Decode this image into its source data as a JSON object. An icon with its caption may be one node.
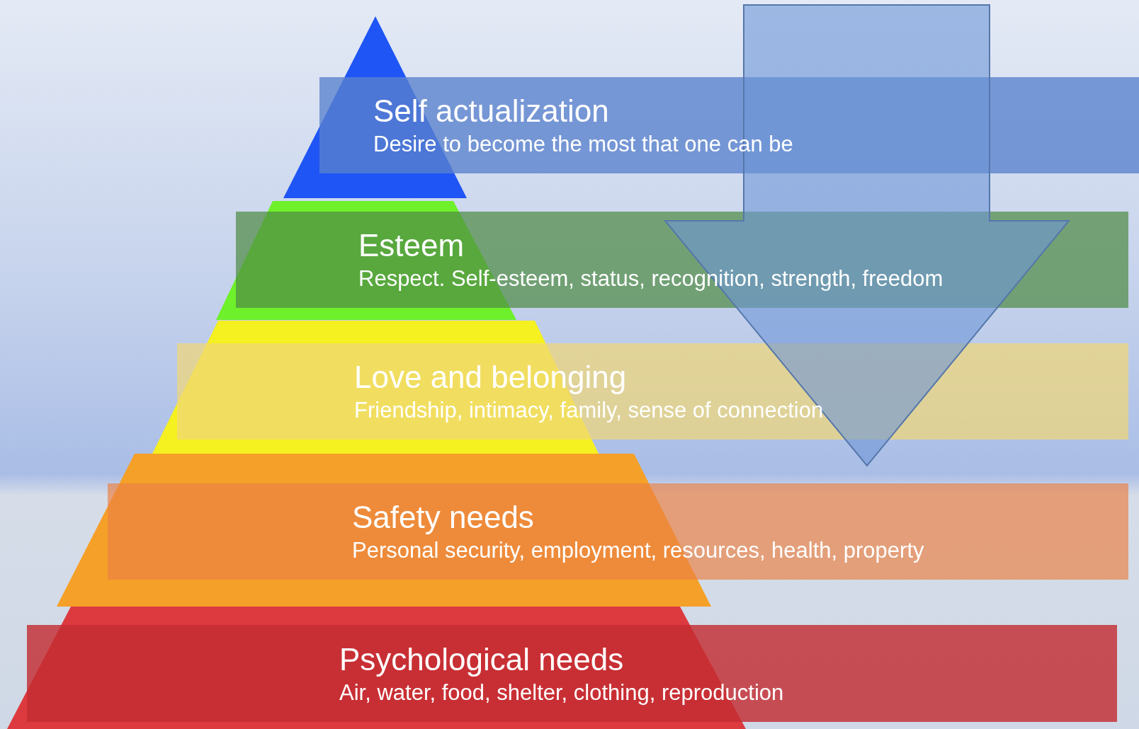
{
  "diagram": {
    "nodes": [
      {
        "text": [
          "Self actualization",
          "Desire to become the most that one can be"
        ]
      },
      {
        "text": [
          "Esteem",
          "Respect. Self-esteem, status, recognition, strength, freedom"
        ]
      },
      {
        "text": [
          "Love and belonging",
          "Friendship, intimacy, family, sense of connection"
        ]
      },
      {
        "text": [
          "Safety needs",
          "Personal security, employment, resources, health, property"
        ]
      },
      {
        "text": [
          "Psychological needs",
          "Air, water, food, shelter, clothing, reproduction"
        ]
      }
    ]
  }
}
